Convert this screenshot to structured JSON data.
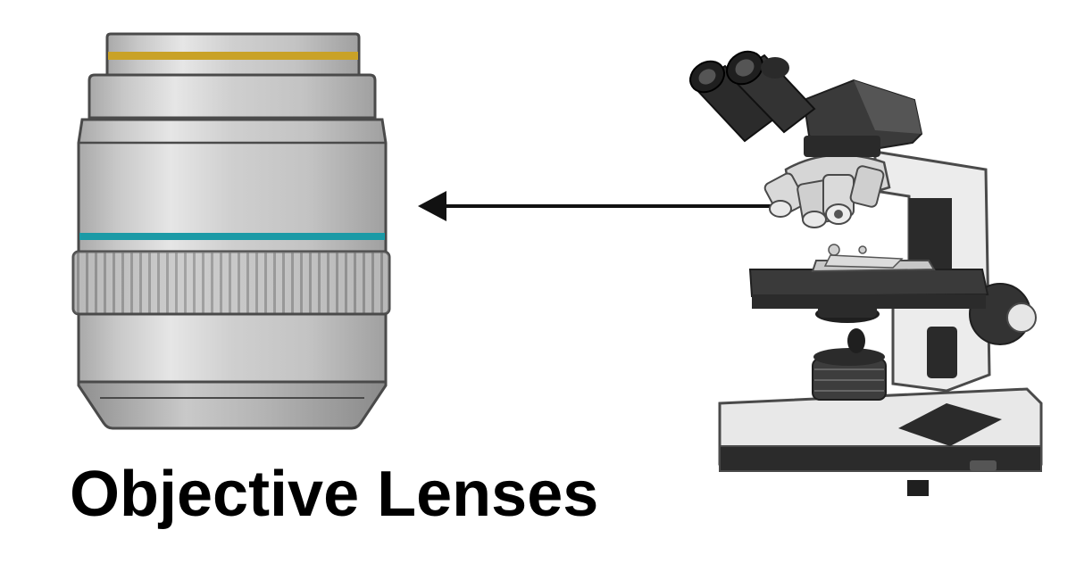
{
  "caption": "Objective Lenses",
  "colors": {
    "background": "#ffffff",
    "outline": "#4a4a4a",
    "metal_light": "#d9d9d9",
    "metal_mid": "#bdbdbd",
    "metal_dark": "#9e9e9e",
    "gold_band": "#c9a227",
    "teal_band": "#1b9aa6",
    "microscope_dark": "#3a3a3a",
    "microscope_black": "#1f1f1f",
    "microscope_body": "#e8e8e8"
  },
  "icons": {
    "objective_lens": "objective-lens-illustration",
    "microscope": "compound-microscope-illustration",
    "pointer_arrow": "left-arrow-icon"
  }
}
